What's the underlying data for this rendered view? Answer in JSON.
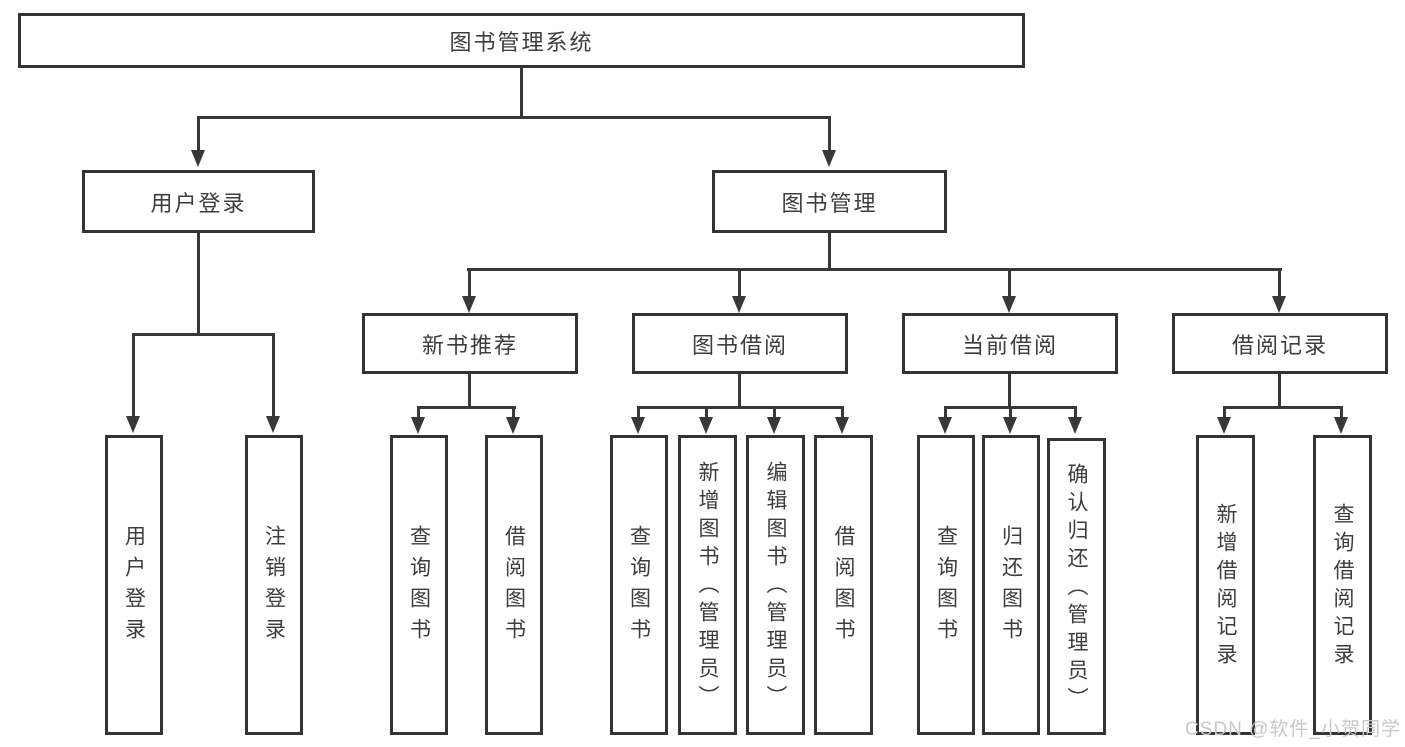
{
  "diagram": {
    "type": "hierarchy-tree",
    "title": "图书管理系统",
    "colors": {
      "background": "#ffffff",
      "node_border": "#333333",
      "connector_line": "#383838",
      "node_text": "#3d3d3d",
      "watermark_text": "#c8c8c8"
    },
    "tree": {
      "root": {
        "label": "图书管理系统"
      },
      "children": [
        {
          "label": "用户登录",
          "children": [
            {
              "label": "用户登录"
            },
            {
              "label": "注销登录"
            }
          ]
        },
        {
          "label": "图书管理",
          "children": [
            {
              "label": "新书推荐",
              "children": [
                {
                  "label": "查询图书"
                },
                {
                  "label": "借阅图书"
                }
              ]
            },
            {
              "label": "图书借阅",
              "children": [
                {
                  "label": "查询图书"
                },
                {
                  "label": "新增图书（管理员）"
                },
                {
                  "label": "编辑图书（管理员）"
                },
                {
                  "label": "借阅图书"
                }
              ]
            },
            {
              "label": "当前借阅",
              "children": [
                {
                  "label": "查询图书"
                },
                {
                  "label": "归还图书"
                },
                {
                  "label": "确认归还（管理员）"
                }
              ]
            },
            {
              "label": "借阅记录",
              "children": [
                {
                  "label": "新增借阅记录"
                },
                {
                  "label": "查询借阅记录"
                }
              ]
            }
          ]
        }
      ]
    },
    "watermark": {
      "text": "CSDN @软件_小贺同学"
    }
  }
}
